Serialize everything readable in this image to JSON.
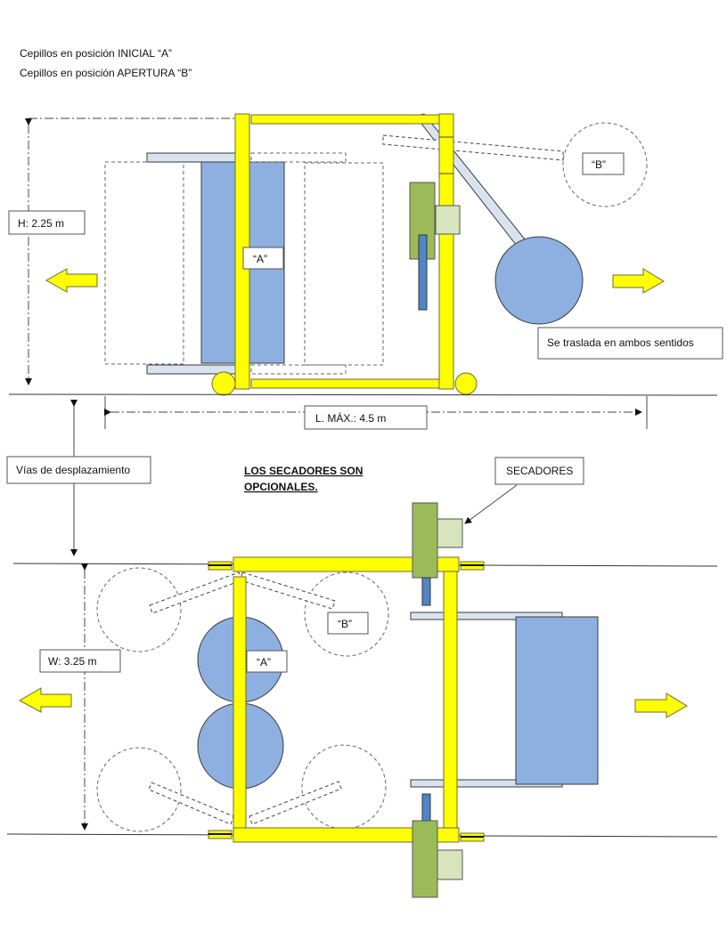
{
  "legend": {
    "line1": "Cepillos en posición INICIAL   “A”",
    "line2": "Cepillos en posición APERTURA  “B”"
  },
  "top_view": {
    "height_label": "H: 2.25 m",
    "length_label": "L. MÁX.:  4.5 m",
    "label_a": "“A”",
    "label_b": "“B”",
    "note": "Se traslada en ambos sentidos"
  },
  "rails_label": "Vías de desplazamiento",
  "optional_note": {
    "line1": "LOS SECADORES SON",
    "line2": "OPCIONALES."
  },
  "dryers_label": "SECADORES",
  "plan_view": {
    "width_label": "W: 3.25 m",
    "label_a": "“A”",
    "label_b": "“B”"
  },
  "colors": {
    "frame": "#ffff00",
    "brush": "#8db0e0",
    "dryer": "#9bbb59"
  }
}
